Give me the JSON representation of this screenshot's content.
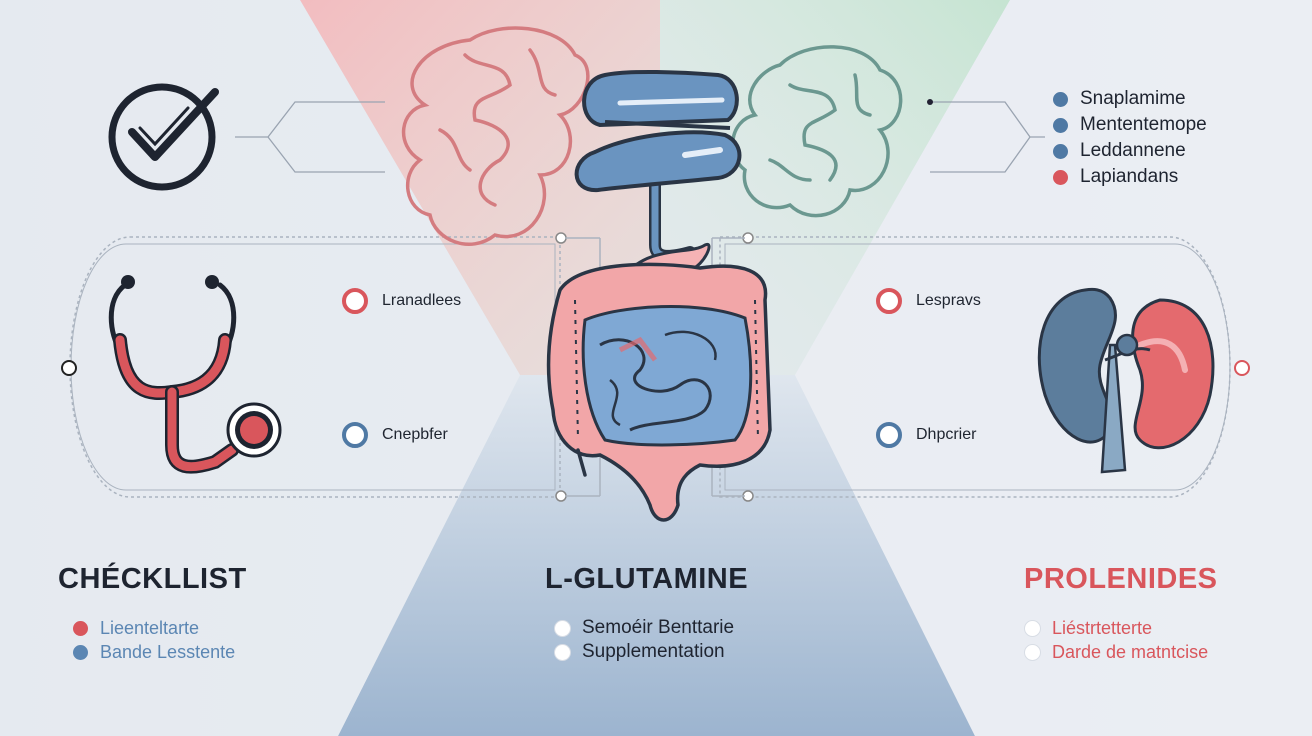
{
  "colors": {
    "red": "#d9565c",
    "blue": "#5b86b3",
    "dark": "#1e2430",
    "intestine_pink": "#f2a6a8",
    "intestine_blue": "#7fa8d4",
    "stomach_blue": "#6a94c0",
    "kidney_red": "#e46a6e",
    "kidney_blue": "#5c7d9c"
  },
  "top_right_legend": [
    {
      "label": "Snaplamime",
      "color": "#4f79a4"
    },
    {
      "label": "Mententemope",
      "color": "#4f79a4"
    },
    {
      "label": "Leddannene",
      "color": "#4f79a4"
    },
    {
      "label": "Lapiandans",
      "color": "#d9565c"
    }
  ],
  "nodes": {
    "left_top": "Lranadlees",
    "left_bottom": "Cnepbfer",
    "right_top": "Lespravs",
    "right_bottom": "Dhpcrier"
  },
  "icons": {
    "checkmark": "checkmark-circle-icon",
    "stethoscope": "stethoscope-icon",
    "kidney": "kidney-icon",
    "intestine": "intestine-icon",
    "stomach": "stomach-icon"
  },
  "columns": {
    "left": {
      "title": "CHÉCKLLIST",
      "items": [
        {
          "label": "Lieenteltarte",
          "color": "#d9565c"
        },
        {
          "label": "Bande Lesstente",
          "color": "#5b86b3"
        }
      ]
    },
    "center": {
      "title": "L-GLUTAMINE",
      "items": [
        {
          "label": "Semoéir Benttarie"
        },
        {
          "label": "Supplementation"
        }
      ]
    },
    "right": {
      "title": "PROLENIDES",
      "items": [
        {
          "label": "Liéstrtetterte"
        },
        {
          "label": "Darde de matntcise"
        }
      ]
    }
  }
}
